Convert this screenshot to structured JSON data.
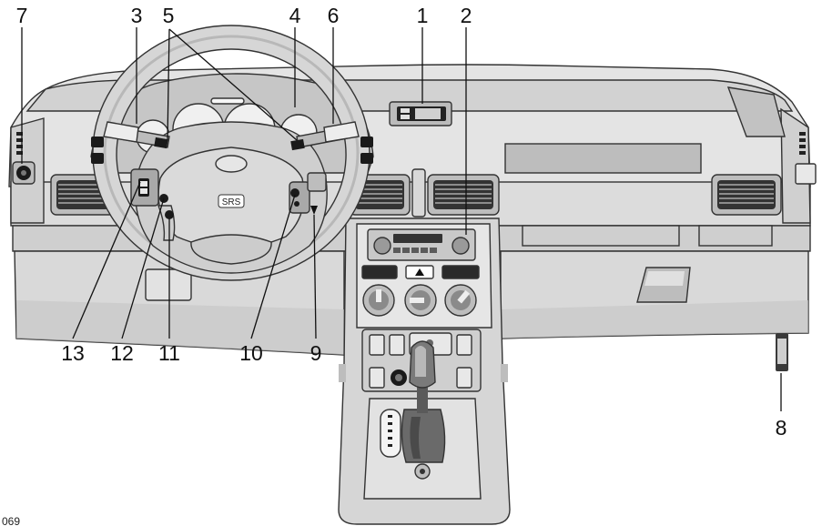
{
  "labels": {
    "n1": "1",
    "n2": "2",
    "n3": "3",
    "n4": "4",
    "n5": "5",
    "n6": "6",
    "n7": "7",
    "n8": "8",
    "n9": "9",
    "n10": "10",
    "n11": "11",
    "n12": "12",
    "n13": "13"
  },
  "airbag_text": "SRS",
  "figure_code": "069",
  "colors": {
    "background": "#ffffff",
    "panel_light": "#e6e6e6",
    "panel_mid": "#cdcdcd",
    "panel_dark": "#a8a8a8",
    "outline": "#333333",
    "black": "#1a1a1a"
  }
}
